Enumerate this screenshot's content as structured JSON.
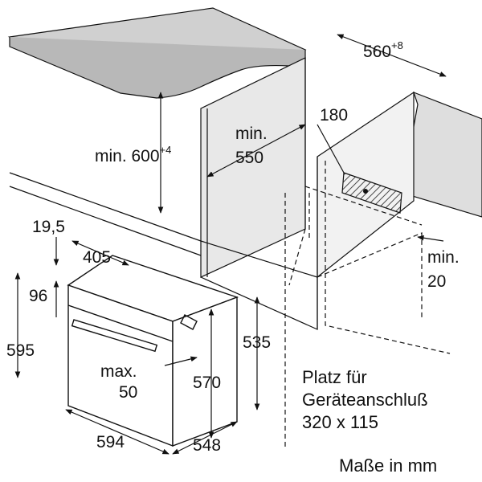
{
  "labels": {
    "width_niche": "560",
    "width_niche_tol": "+8",
    "height_min": "min. 600",
    "height_min_tol": "+4",
    "niche_depth_1": "min.",
    "niche_depth_2": "550",
    "vent_depth": "180",
    "gap_1": "min.",
    "gap_2": "20",
    "offset_top": "19,5",
    "panel_depth": "405",
    "front_step": "96",
    "oven_height": "595",
    "body_height": "535",
    "max_1": "max.",
    "max_2": "50",
    "body_inner": "570",
    "oven_width": "594",
    "oven_depth": "548",
    "conn_1": "Platz für",
    "conn_2": "Geräteanschluß",
    "conn_3": "320 x 115",
    "units": "Maße in mm"
  },
  "colors": {
    "line": "#111111",
    "countertop": "#d0d0d0",
    "cabinet_side": "#e6e6e6",
    "hatch": "#444444"
  }
}
